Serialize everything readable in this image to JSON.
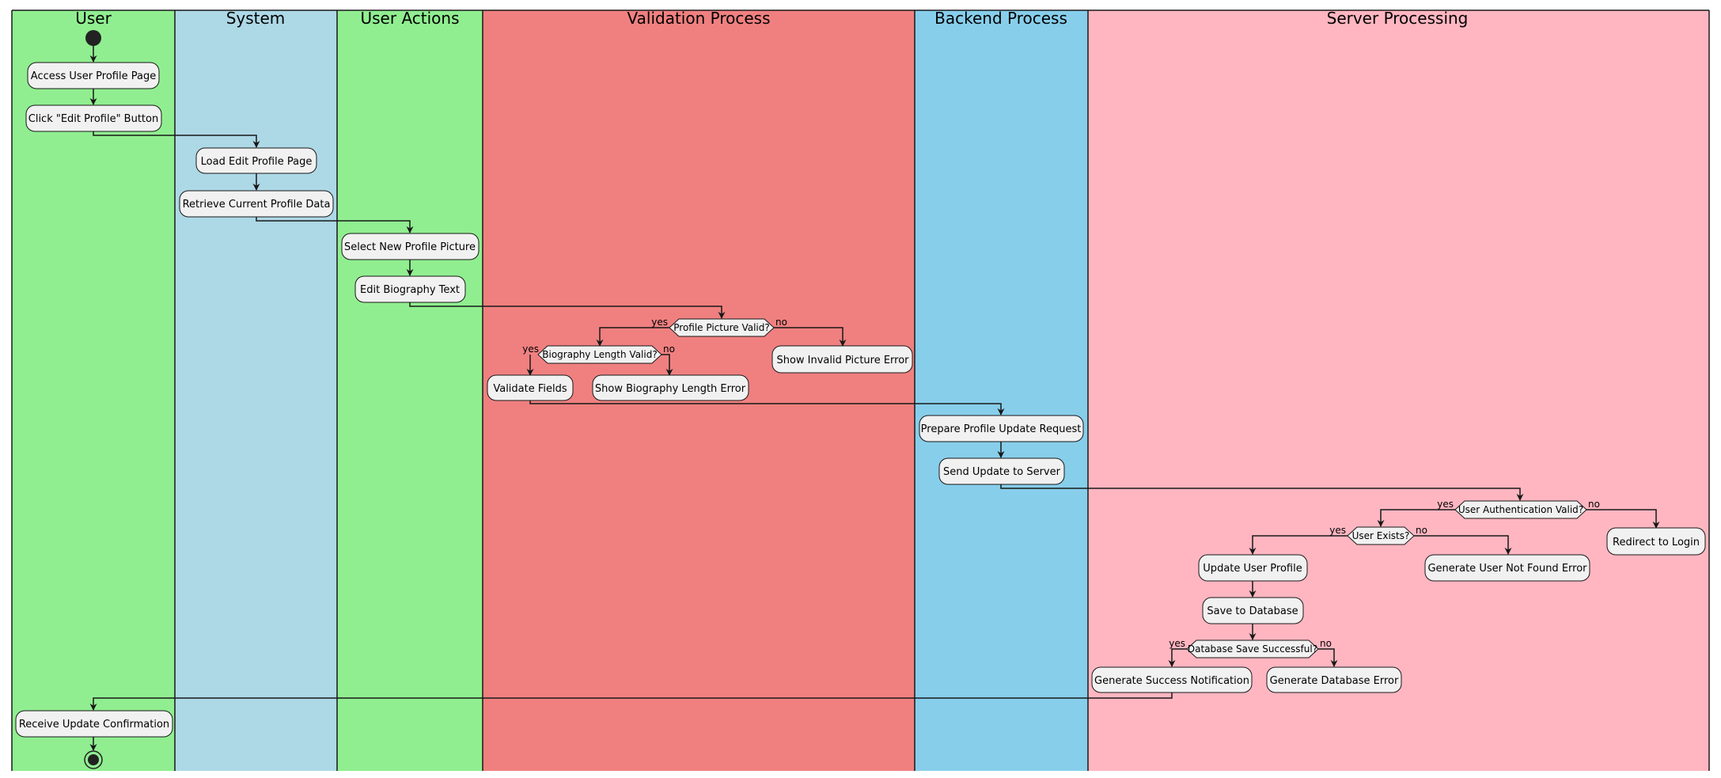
{
  "swimlanes": [
    {
      "id": "user",
      "title": "User",
      "color": "#90EE90"
    },
    {
      "id": "system",
      "title": "System",
      "color": "#ADD8E6"
    },
    {
      "id": "user_actions",
      "title": "User Actions",
      "color": "#90EE90"
    },
    {
      "id": "validation",
      "title": "Validation Process",
      "color": "#F08080"
    },
    {
      "id": "backend",
      "title": "Backend Process",
      "color": "#87CEEB"
    },
    {
      "id": "server",
      "title": "Server Processing",
      "color": "#FFB6C1"
    }
  ],
  "activities": {
    "access_profile": "Access User Profile Page",
    "click_edit": "Click \"Edit Profile\" Button",
    "load_edit": "Load Edit Profile Page",
    "retrieve_data": "Retrieve Current Profile Data",
    "select_picture": "Select New Profile Picture",
    "edit_bio": "Edit Biography Text",
    "invalid_picture": "Show Invalid Picture Error",
    "validate_fields": "Validate Fields",
    "bio_length_error": "Show Biography Length Error",
    "prepare_request": "Prepare Profile Update Request",
    "send_update": "Send Update to Server",
    "redirect_login": "Redirect to Login",
    "update_profile": "Update User Profile",
    "user_not_found": "Generate User Not Found Error",
    "save_db": "Save to Database",
    "success_notification": "Generate Success Notification",
    "db_error": "Generate Database Error",
    "receive_confirmation": "Receive Update Confirmation"
  },
  "decisions": {
    "picture_valid": "Profile Picture Valid?",
    "bio_valid": "Biography Length Valid?",
    "auth_valid": "User Authentication Valid?",
    "user_exists": "User Exists?",
    "db_success": "Database Save Successful?"
  },
  "branch_labels": {
    "yes": "yes",
    "no": "no"
  }
}
